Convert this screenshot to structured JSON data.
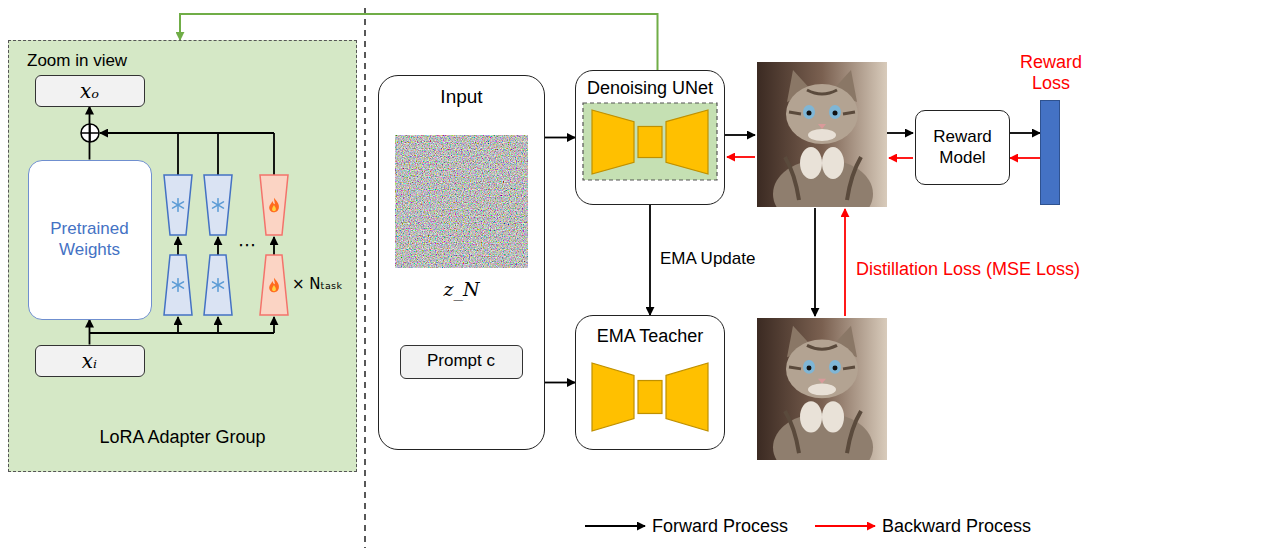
{
  "diagram": {
    "nodes": [
      {
        "text": [
          "Zoom in view",
          "LoRA Adapter Group"
        ]
      },
      {
        "text": [
          "xₒ"
        ],
        "in": 0
      },
      {
        "text": [
          "Pretrained Weights"
        ],
        "in": 0
      },
      {
        "text": [
          "xᵢ"
        ],
        "in": 0
      },
      {
        "text": [
          "Input",
          "z_N"
        ]
      },
      {
        "text": [
          "Prompt c"
        ],
        "in": 4
      },
      {
        "text": [
          "Denoising UNet"
        ]
      },
      {
        "text": [
          "EMA Teacher"
        ]
      },
      {
        "text": [
          "Reward Model"
        ]
      },
      {
        "text": [
          "Reward Loss"
        ]
      }
    ],
    "edges": [
      {
        "from": 4,
        "to": 6,
        "arrow": "to"
      },
      {
        "from": 4,
        "to": 7,
        "arrow": "to"
      },
      {
        "from": 6,
        "to": 7,
        "label": "EMA Update",
        "arrow": "to"
      },
      {
        "from": 6,
        "to": 0,
        "arrow": "to"
      },
      {
        "from": 8,
        "to": 9,
        "arrow": "to"
      },
      {
        "from": 9,
        "to": 8,
        "arrow": "to"
      },
      {
        "from": 3,
        "to": 2,
        "arrow": "to"
      },
      {
        "from": 2,
        "to": 1,
        "arrow": "to"
      }
    ],
    "labels": [
      "⋯",
      "× Nₜₐₛₖ",
      "Distillation Loss (MSE Loss)"
    ],
    "legend": [
      {
        "text": "Forward Process"
      },
      {
        "text": "Backward Process"
      }
    ]
  }
}
